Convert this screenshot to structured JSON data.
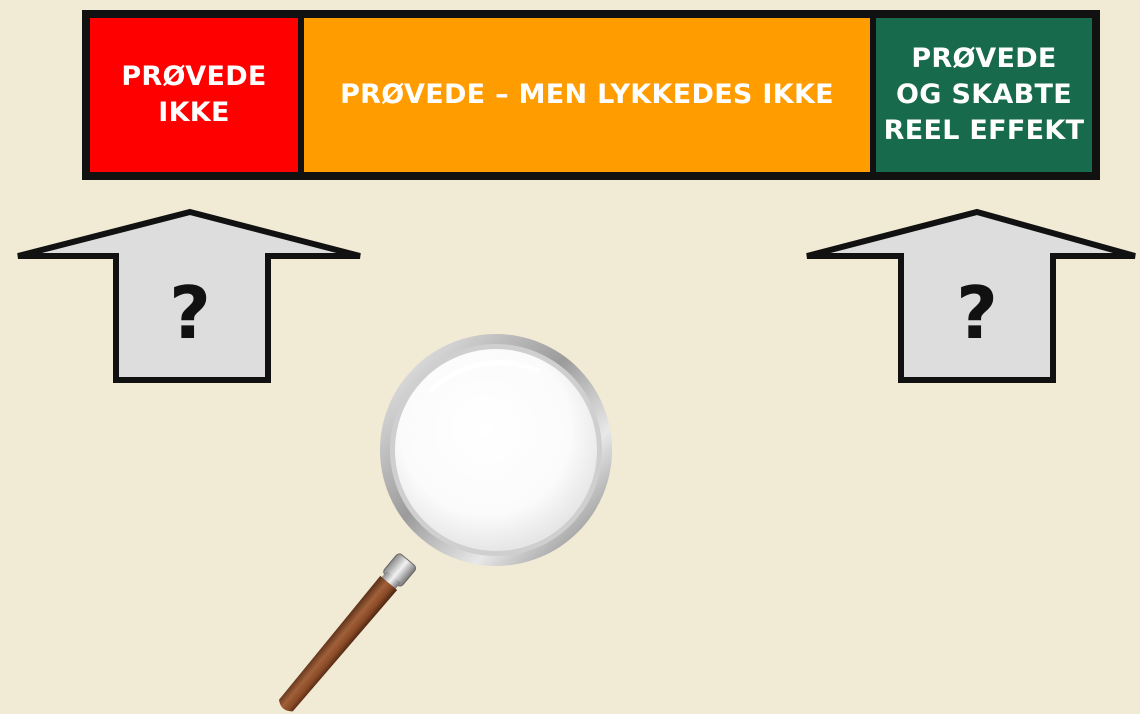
{
  "scale": {
    "segments": [
      {
        "label": "PRØVEDE\nIKKE",
        "color": "#ff0000"
      },
      {
        "label": "PRØVEDE – MEN LYKKEDES IKKE",
        "color": "#ff9c00"
      },
      {
        "label": "PRØVEDE\nOG SKABTE\nREEL EFFEKT",
        "color": "#186a4c"
      }
    ]
  },
  "arrows": {
    "left_mark": "?",
    "right_mark": "?",
    "fill": "#dddddd"
  },
  "colors": {
    "background": "#f1ead5",
    "outline": "#111111"
  }
}
